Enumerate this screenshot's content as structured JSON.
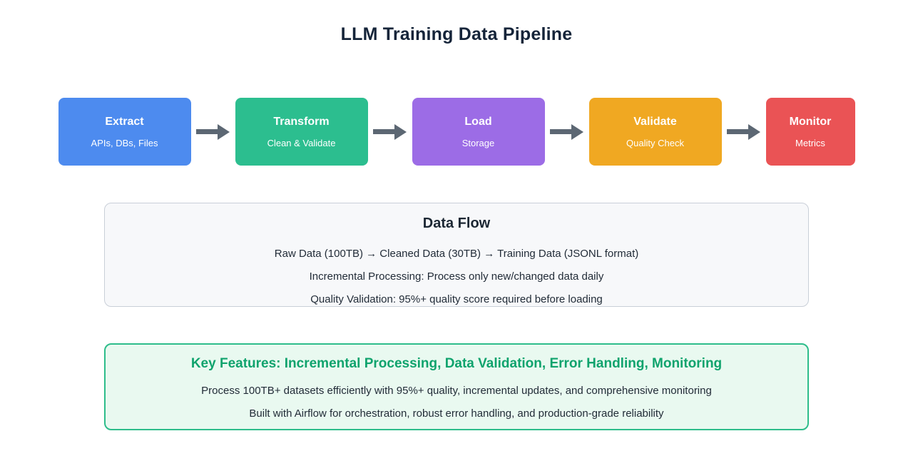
{
  "title": "LLM Training Data Pipeline",
  "colors": {
    "accent_green": "#0fa36d",
    "stage_extract": "#4d8bef",
    "stage_transform": "#2cbe8f",
    "stage_load": "#9c6ce6",
    "stage_validate": "#f0a822",
    "stage_monitor": "#ea5355"
  },
  "pipeline": {
    "stages": [
      {
        "label": "Extract",
        "sublabel": "APIs, DBs, Files"
      },
      {
        "label": "Transform",
        "sublabel": "Clean & Validate"
      },
      {
        "label": "Load",
        "sublabel": "Storage"
      },
      {
        "label": "Validate",
        "sublabel": "Quality Check"
      },
      {
        "label": "Monitor",
        "sublabel": "Metrics"
      }
    ]
  },
  "data_flow": {
    "title": "Data Flow",
    "lines": [
      "Raw Data (100TB) → Cleaned Data (30TB) → Training Data (JSONL format)",
      "Incremental Processing: Process only new/changed data daily",
      "Quality Validation: 95%+ quality score required before loading"
    ]
  },
  "key_features": {
    "title": "Key Features: Incremental Processing, Data Validation, Error Handling, Monitoring",
    "lines": [
      "Process 100TB+ datasets efficiently with 95%+ quality, incremental updates, and comprehensive monitoring",
      "Built with Airflow for orchestration, robust error handling, and production-grade reliability"
    ]
  }
}
